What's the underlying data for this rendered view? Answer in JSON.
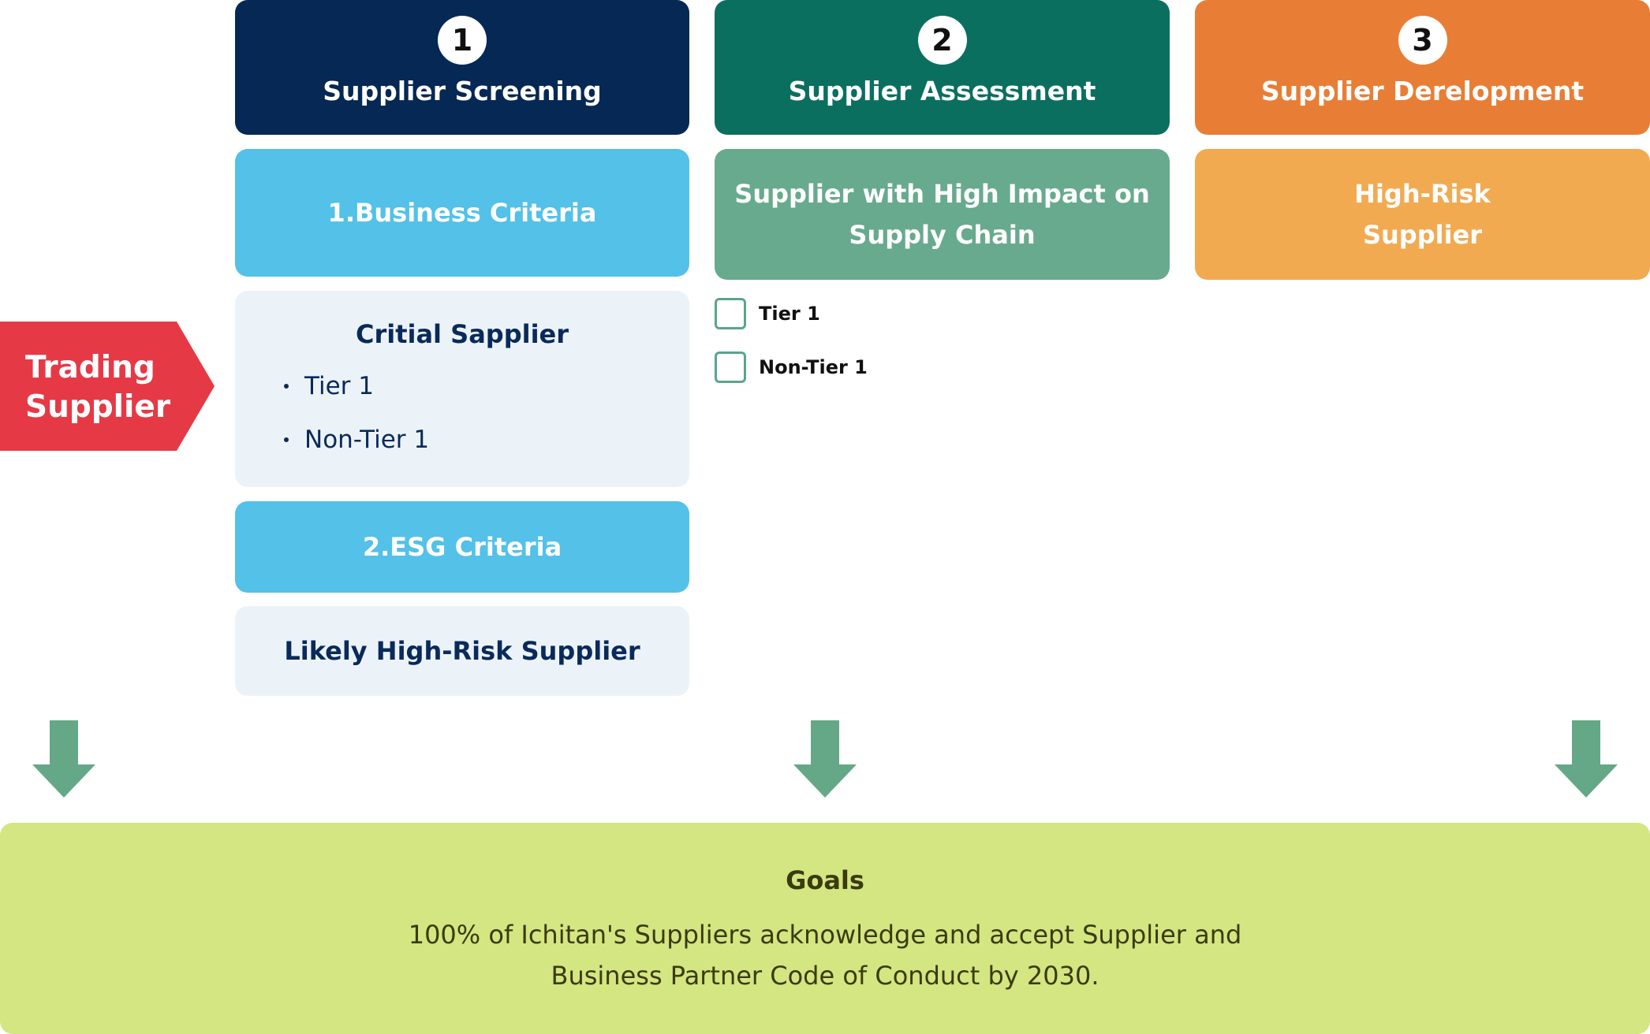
{
  "steps": [
    {
      "number": "1",
      "title": "Supplier Screening",
      "color": "#052854"
    },
    {
      "number": "2",
      "title": "Supplier Assessment",
      "color": "#0b6f60"
    },
    {
      "number": "3",
      "title": "Supplier Derelopment",
      "color": "#e87e35"
    }
  ],
  "screening": {
    "business_criteria": "1.Business Criteria",
    "critical_supplier": {
      "title": "Critial Sapplier",
      "items": [
        "Tier 1",
        "Non-Tier 1"
      ]
    },
    "esg_criteria": "2.ESG Criteria",
    "likely_high_risk": "Likely High-Risk Supplier"
  },
  "assessment": {
    "high_impact_line1": "Supplier with High Impact on",
    "high_impact_line2": "Supply Chain",
    "checklist": [
      "Tier 1",
      "Non-Tier 1"
    ]
  },
  "development": {
    "high_risk_line1": "High-Risk",
    "high_risk_line2": "Supplier"
  },
  "trading_supplier": {
    "line1": "Trading",
    "line2": "Supplier",
    "color": "#e63946"
  },
  "goals": {
    "title": "Goals",
    "line1": "100% of Ichitan's Suppliers acknowledge and accept Supplier and",
    "line2": "Business Partner Code of Conduct by 2030."
  },
  "icons": {
    "arrow": "arrow-down-icon",
    "checkbox": "checkbox-icon"
  }
}
